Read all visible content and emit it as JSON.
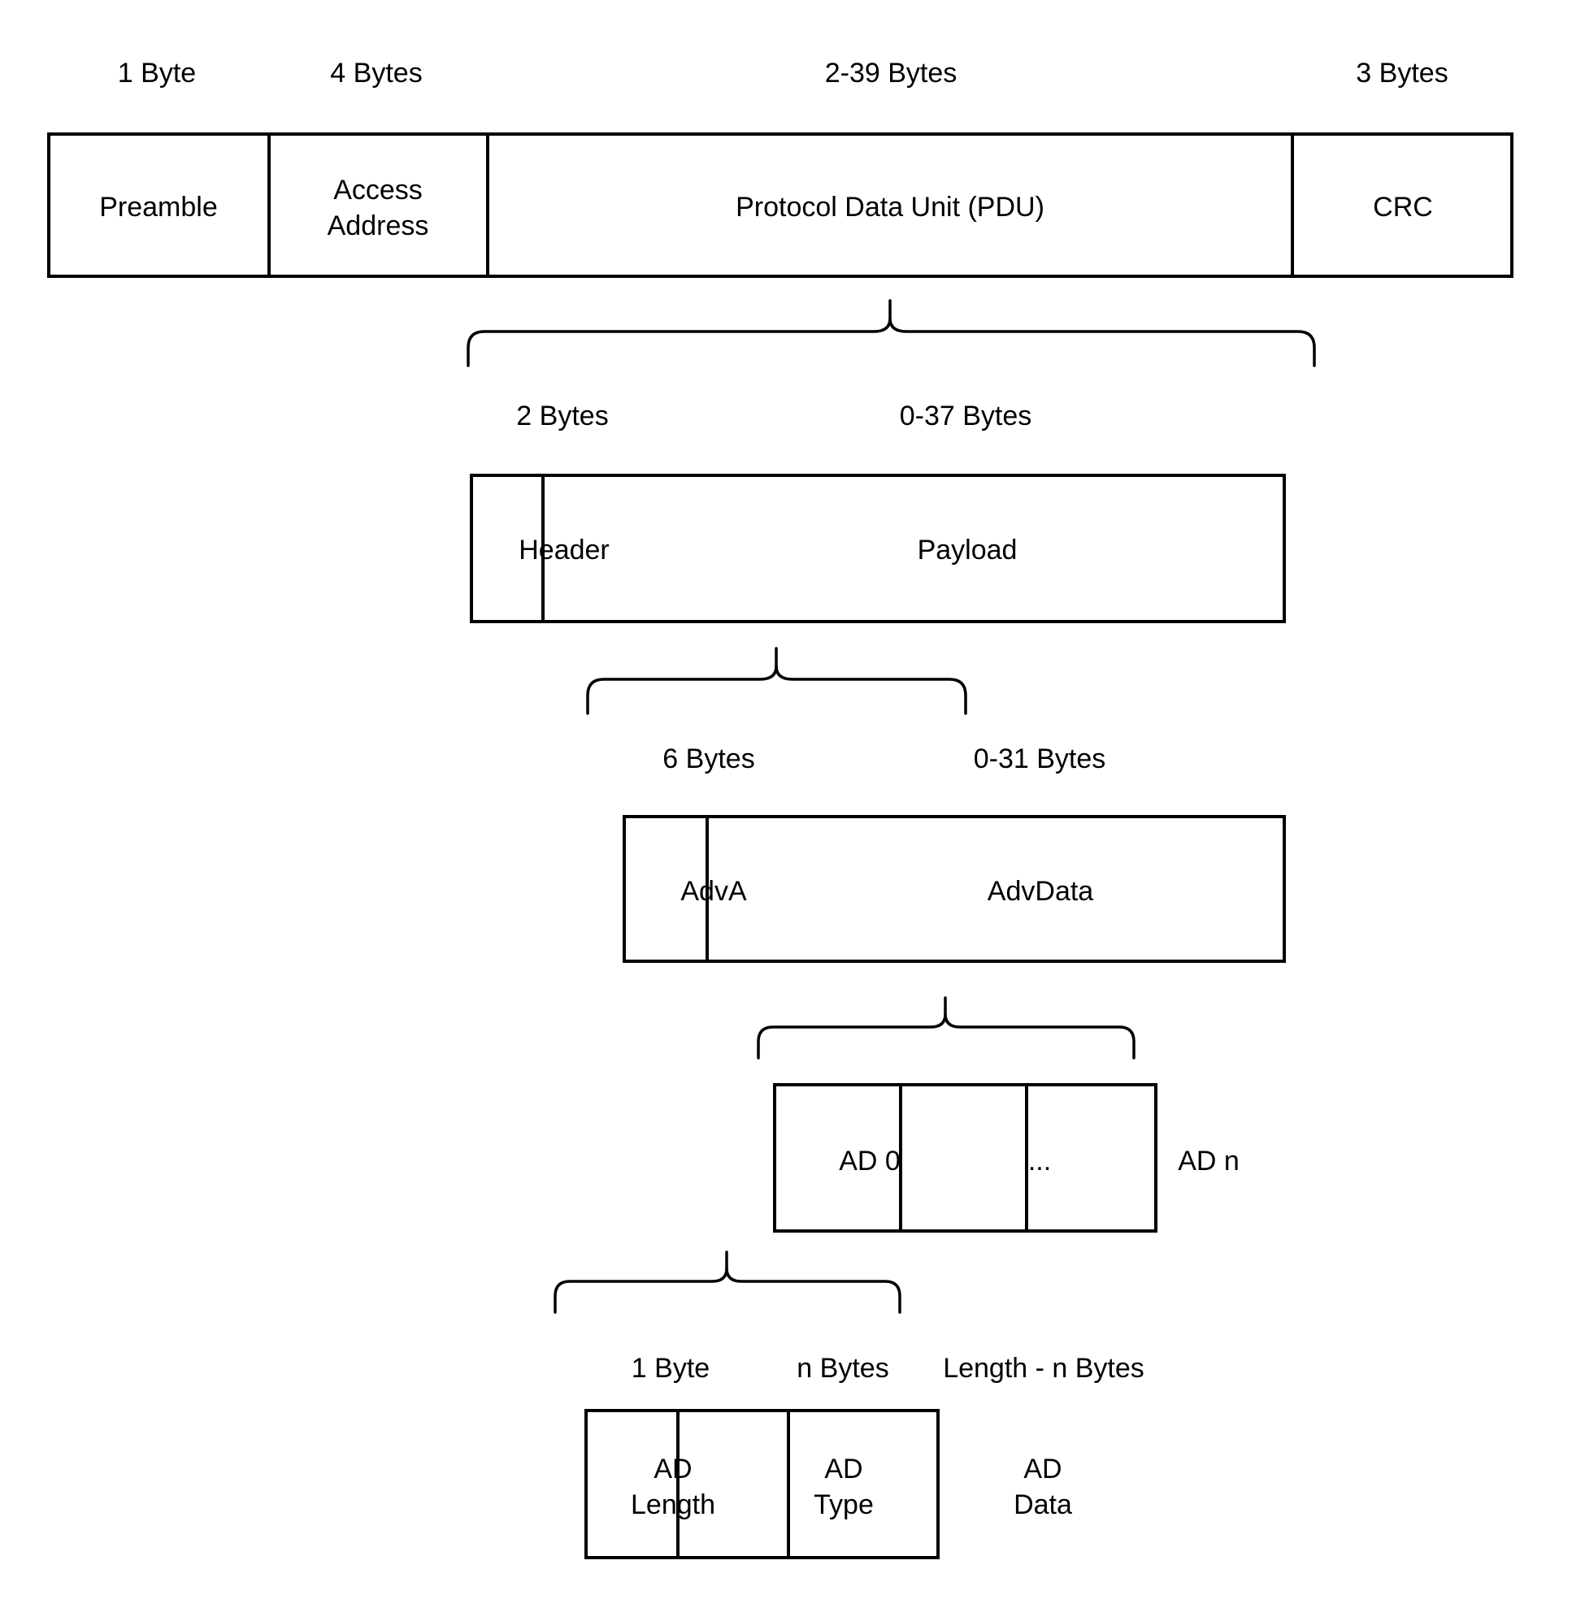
{
  "diagram": {
    "title": "Bluetooth Low Energy Advertising Packet Structure",
    "stroke_color": "#000000",
    "fill_color": "#ffffff",
    "rows": [
      {
        "id": "link-layer-packet",
        "size_labels": [
          "1 Byte",
          "4 Bytes",
          "2-39 Bytes",
          "3 Bytes"
        ],
        "cells": [
          "Preamble",
          "Access\nAddress",
          "Protocol Data Unit (PDU)",
          "CRC"
        ]
      },
      {
        "id": "pdu",
        "size_labels": [
          "2 Bytes",
          "0-37 Bytes"
        ],
        "cells": [
          "Header",
          "Payload"
        ]
      },
      {
        "id": "payload",
        "size_labels": [
          "6 Bytes",
          "0-31 Bytes"
        ],
        "cells": [
          "AdvA",
          "AdvData"
        ]
      },
      {
        "id": "advdata",
        "size_labels": [],
        "cells": [
          "AD 0",
          "...",
          "AD n"
        ]
      },
      {
        "id": "ad-structure",
        "size_labels": [
          "1 Byte",
          "n Bytes",
          "Length - n Bytes"
        ],
        "cells": [
          "AD\nLength",
          "AD\nType",
          "AD\nData"
        ]
      }
    ],
    "braces": [
      {
        "id": "brace-pdu",
        "from": "Protocol Data Unit (PDU)",
        "to": "pdu"
      },
      {
        "id": "brace-payload",
        "from": "Payload",
        "to": "payload"
      },
      {
        "id": "brace-advdata",
        "from": "AdvData",
        "to": "advdata"
      },
      {
        "id": "brace-ad",
        "from": "AD 0",
        "to": "ad-structure"
      }
    ]
  },
  "labels": {
    "r1_size_0": "1 Byte",
    "r1_size_1": "4 Bytes",
    "r1_size_2": "2-39 Bytes",
    "r1_size_3": "3 Bytes",
    "r1_cell_0": "Preamble",
    "r1_cell_1a": "Access",
    "r1_cell_1b": "Address",
    "r1_cell_2": "Protocol Data Unit (PDU)",
    "r1_cell_3": "CRC",
    "r2_size_0": "2 Bytes",
    "r2_size_1": "0-37 Bytes",
    "r2_cell_0": "Header",
    "r2_cell_1": "Payload",
    "r3_size_0": "6 Bytes",
    "r3_size_1": "0-31 Bytes",
    "r3_cell_0": "AdvA",
    "r3_cell_1": "AdvData",
    "r4_cell_0": "AD 0",
    "r4_cell_1": "...",
    "r4_cell_2": "AD n",
    "r5_size_0": "1 Byte",
    "r5_size_1": "n Bytes",
    "r5_size_2": "Length - n Bytes",
    "r5_cell_0a": "AD",
    "r5_cell_0b": "Length",
    "r5_cell_1a": "AD",
    "r5_cell_1b": "Type",
    "r5_cell_2a": "AD",
    "r5_cell_2b": "Data"
  }
}
